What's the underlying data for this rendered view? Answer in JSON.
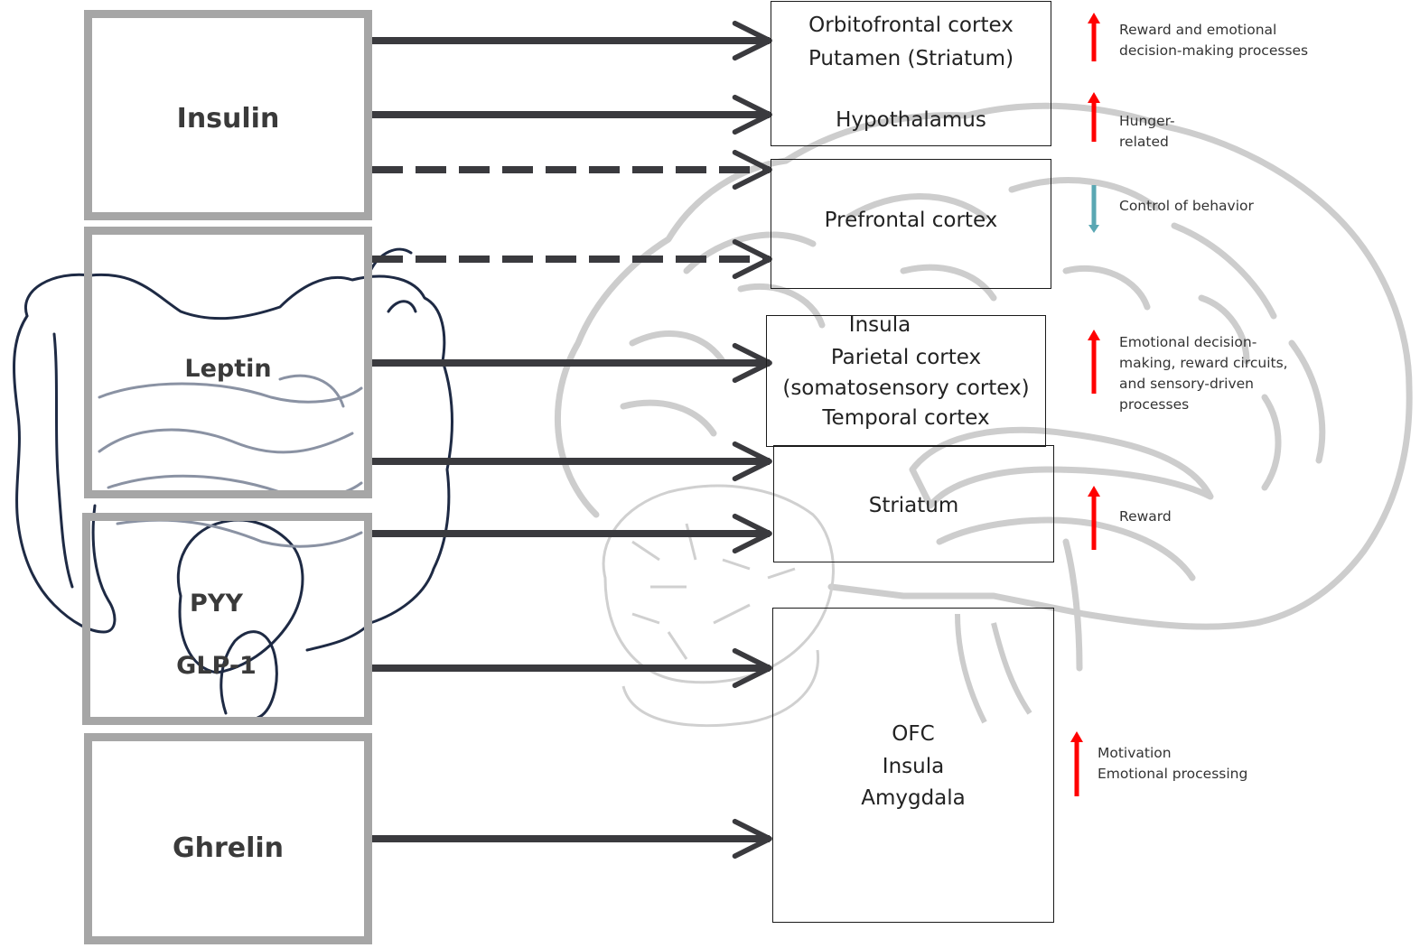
{
  "hormones": {
    "insulin": "Insulin",
    "leptin": "Leptin",
    "pyy": "PYY",
    "glp1": "GLP-1",
    "ghrelin": "Ghrelin"
  },
  "regions": {
    "ofc_putamen": [
      "Orbitofrontal cortex",
      "Putamen (Striatum)"
    ],
    "hypothalamus": "Hypothalamus",
    "prefrontal": "Prefrontal cortex",
    "insula_group": [
      "Insula",
      "Parietal cortex",
      "(somatosensory cortex)",
      "Temporal cortex"
    ],
    "striatum": "Striatum",
    "ofc_group": [
      "OFC",
      "Insula",
      "Amygdala"
    ]
  },
  "effects": {
    "reward_emotional": [
      "Reward and emotional",
      "decision-making processes"
    ],
    "hunger": [
      "Hunger-",
      "related"
    ],
    "control": [
      "Control of behavior"
    ],
    "emotional_sensory": [
      "Emotional decision-",
      "making, reward circuits,",
      "and sensory-driven",
      "processes"
    ],
    "reward": [
      "Reward"
    ],
    "motivation": [
      "Motivation",
      "Emotional processing"
    ]
  },
  "colors": {
    "increase_arrow": "#ff0000",
    "decrease_arrow": "#5aa7b3",
    "connector": "#3a3a3e",
    "hormone_border": "#a6a6a6",
    "gut_outline": "#1e2a44",
    "brain_outline": "#c8c8c8"
  },
  "indicators": {
    "reward_emotional": "increase",
    "hunger": "increase",
    "control": "decrease",
    "emotional_sensory": "increase",
    "reward": "increase",
    "motivation": "increase"
  }
}
